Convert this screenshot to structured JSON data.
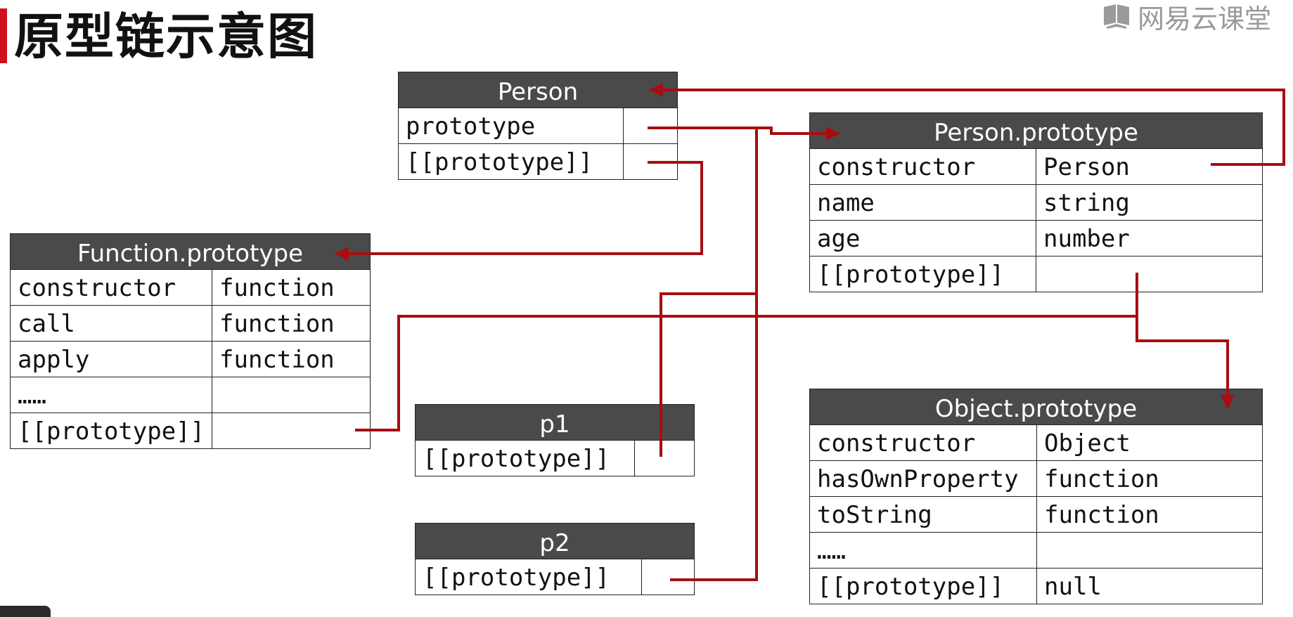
{
  "title": "原型链示意图",
  "logo": {
    "text": "网易云课堂",
    "icon": "book-logo-icon"
  },
  "boxes": {
    "person": {
      "header": "Person",
      "rows": [
        {
          "key": "prototype",
          "value": ""
        },
        {
          "key": "[[prototype]]",
          "value": ""
        }
      ]
    },
    "person_prototype": {
      "header": "Person.prototype",
      "rows": [
        {
          "key": "constructor",
          "value": "Person"
        },
        {
          "key": "name",
          "value": "string"
        },
        {
          "key": "age",
          "value": "number"
        },
        {
          "key": "[[prototype]]",
          "value": ""
        }
      ]
    },
    "function_prototype": {
      "header": "Function.prototype",
      "rows": [
        {
          "key": "constructor",
          "value": "function"
        },
        {
          "key": "call",
          "value": "function"
        },
        {
          "key": "apply",
          "value": "function"
        },
        {
          "key": "……",
          "value": ""
        },
        {
          "key": "[[prototype]]",
          "value": ""
        }
      ]
    },
    "p1": {
      "header": "p1",
      "rows": [
        {
          "key": "[[prototype]]",
          "value": ""
        }
      ]
    },
    "p2": {
      "header": "p2",
      "rows": [
        {
          "key": "[[prototype]]",
          "value": ""
        }
      ]
    },
    "object_prototype": {
      "header": "Object.prototype",
      "rows": [
        {
          "key": "constructor",
          "value": "Object"
        },
        {
          "key": "hasOwnProperty",
          "value": "function"
        },
        {
          "key": "toString",
          "value": "function"
        },
        {
          "key": "……",
          "value": ""
        },
        {
          "key": "[[prototype]]",
          "value": "null"
        }
      ]
    }
  },
  "colors": {
    "arrow": "#a80d12",
    "header_bg": "#4a4a4a",
    "title_accent": "#d0111b"
  }
}
